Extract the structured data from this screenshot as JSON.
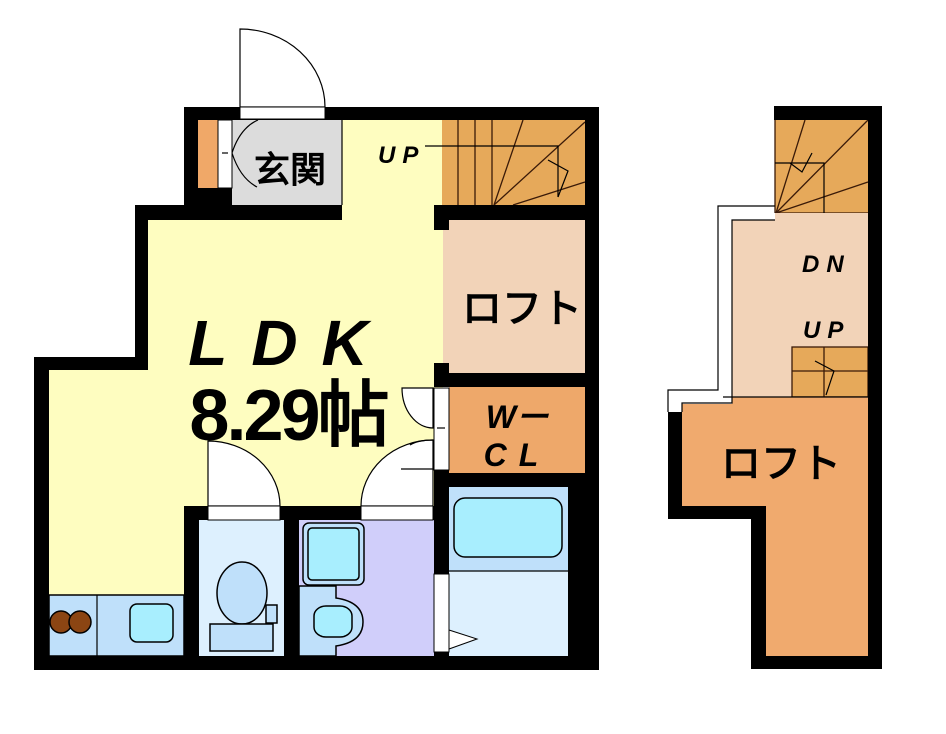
{
  "floor_plan": {
    "main_floor": {
      "entrance": {
        "label": "玄関"
      },
      "stairs": {
        "label": "UP"
      },
      "ldk": {
        "label": "LDK",
        "size": "8.29帖"
      },
      "loft": {
        "label": "ロフト"
      },
      "walk_in_closet": {
        "line1": "Wー",
        "line2": "CL"
      }
    },
    "loft_floor": {
      "stairs_down": {
        "label": "DN"
      },
      "stairs_up": {
        "label": "UP"
      },
      "loft": {
        "label": "ロフト"
      }
    }
  },
  "colors": {
    "wall": "#000000",
    "ldk": "#FEFDC0",
    "entrance": "#DCDCDC",
    "shoe_cabinet": "#F0A868",
    "stairs": "#E6A95A",
    "loft_light": "#F2D3B8",
    "walk_in_closet": "#EEA86A",
    "loft_upper": "#F0AA6E",
    "bath_floor": "#DDF0FE",
    "bath_tub_area": "#BFE0FA",
    "tub": "#A8EEFE",
    "washroom": "#D0CEFA",
    "kitchen_counter": "#BFE0FA",
    "stove_burner": "#8B4513"
  }
}
